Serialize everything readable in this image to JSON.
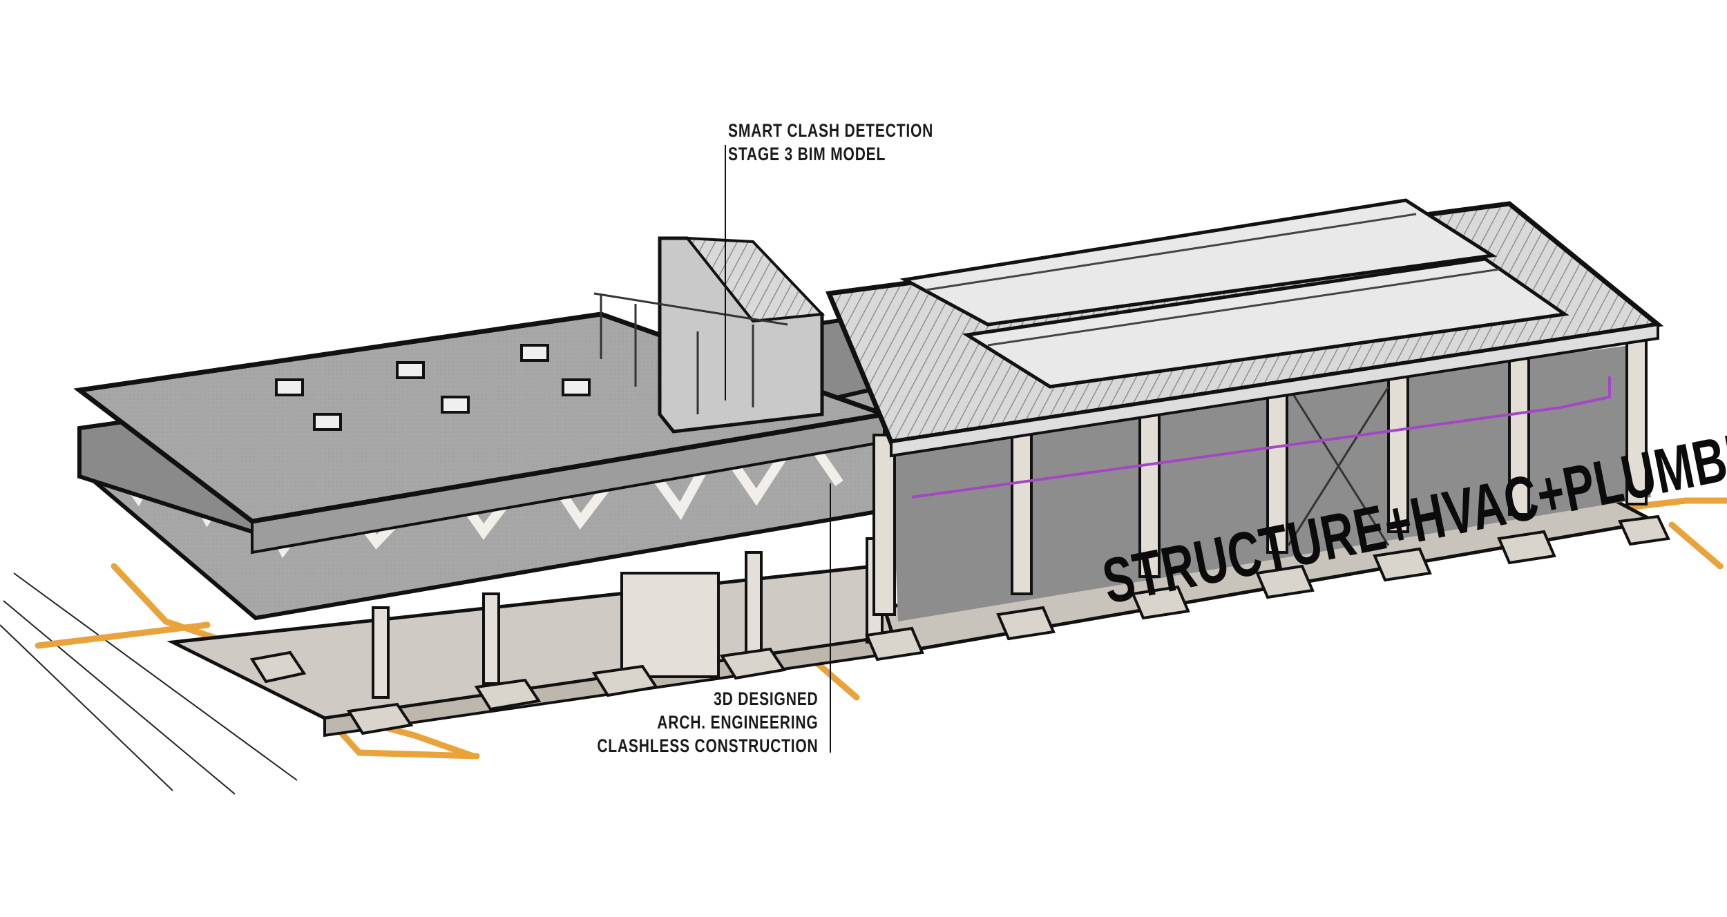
{
  "annotations": {
    "top": {
      "line1": "SMART CLASH DETECTION",
      "line2": "STAGE 3 BIM MODEL"
    },
    "bottom": {
      "line1": "3D DESIGNED",
      "line2": "ARCH. ENGINEERING",
      "line3": "CLASHLESS CONSTRUCTION"
    }
  },
  "headline": "STRUCTURE+HVAC+PLUMBING",
  "colors": {
    "background": "#ffffff",
    "concrete_slab": "#a9a9a9",
    "concrete_light": "#dcd7cf",
    "outline": "#111111",
    "plumbing_pipe": "#e8a33a",
    "hvac_duct": "#a347c2"
  }
}
